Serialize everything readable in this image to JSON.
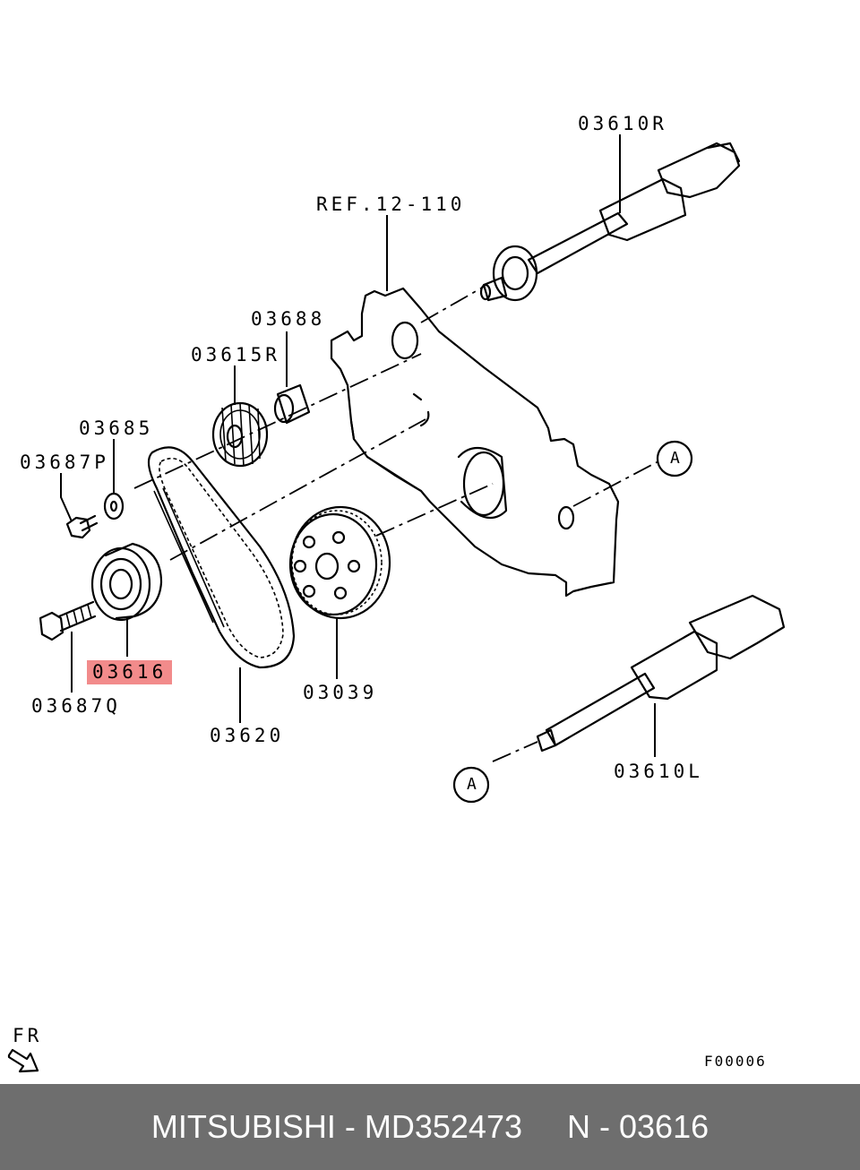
{
  "labels": {
    "p03610R": "03610R",
    "ref": "REF.12-110",
    "p03688": "03688",
    "p03615R": "03615R",
    "p03685": "03685",
    "p03687P": "03687P",
    "p03616": "03616",
    "p03687Q": "03687Q",
    "p03620": "03620",
    "p03039": "03039",
    "p03610L": "03610L",
    "markerA1": "A",
    "markerA2": "A",
    "fr": "FR",
    "figure_code": "F00006"
  },
  "footer": {
    "text": "MITSUBISHI - MD352473     N - 03616"
  },
  "colors": {
    "highlight": "#f28b8b",
    "footer_bg": "#6e6e6e",
    "footer_text": "#ffffff"
  }
}
